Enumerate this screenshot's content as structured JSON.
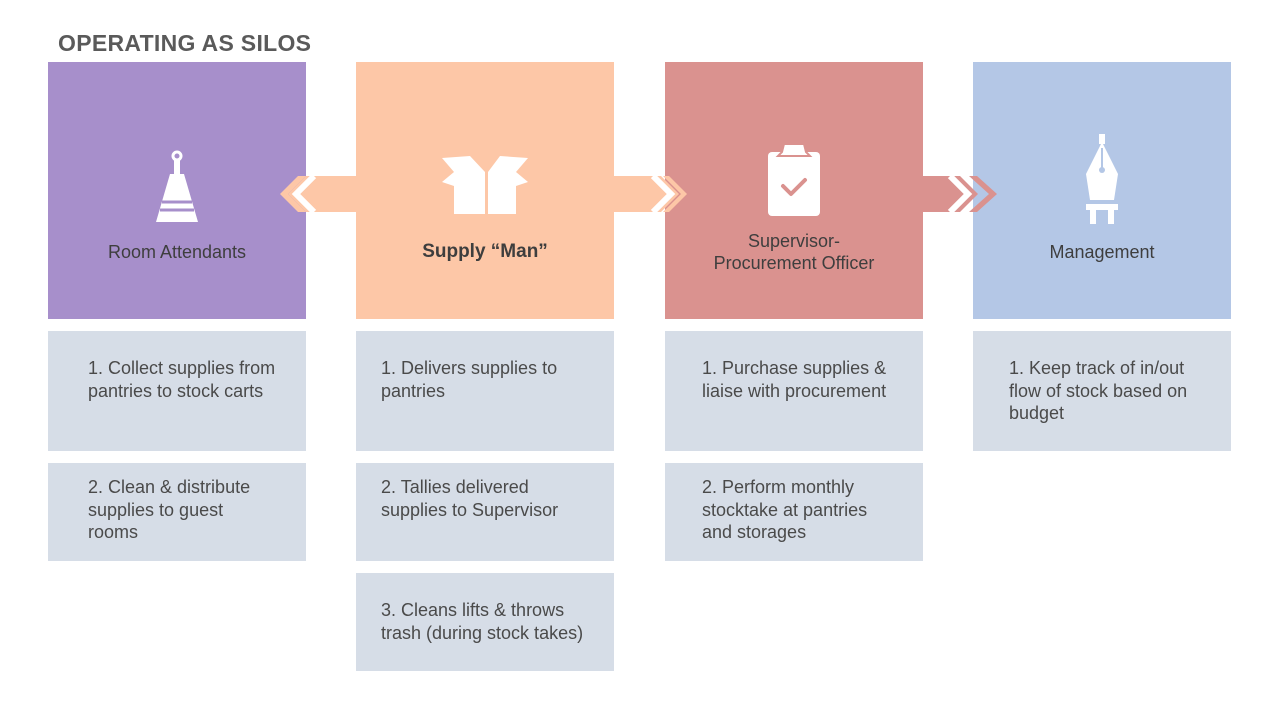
{
  "title": "OPERATING AS SILOS",
  "colors": {
    "room_attendants": "#a78fcb",
    "supply_man": "#fdc7a7",
    "supervisor": "#da928f",
    "management": "#b4c7e6",
    "task_bg": "#d6dde7"
  },
  "roles": [
    {
      "label": "Room Attendants",
      "icon": "broom-icon",
      "tasks": [
        "1. Collect supplies from pantries to stock carts",
        "2. Clean & distribute supplies to guest rooms"
      ]
    },
    {
      "label": "Supply “Man”",
      "icon": "box-icon",
      "tasks": [
        "1. Delivers supplies to pantries",
        "2. Tallies delivered supplies to Supervisor",
        "3. Cleans lifts & throws trash (during stock takes)"
      ]
    },
    {
      "label": "Supervisor-Procurement Officer",
      "icon": "clipboard-check-icon",
      "tasks": [
        "1. Purchase supplies & liaise with procurement",
        "2. Perform monthly stocktake at pantries and storages"
      ]
    },
    {
      "label": "Management",
      "icon": "fountain-pen-icon",
      "tasks": [
        "1. Keep track of in/out flow of stock based on budget"
      ]
    }
  ]
}
